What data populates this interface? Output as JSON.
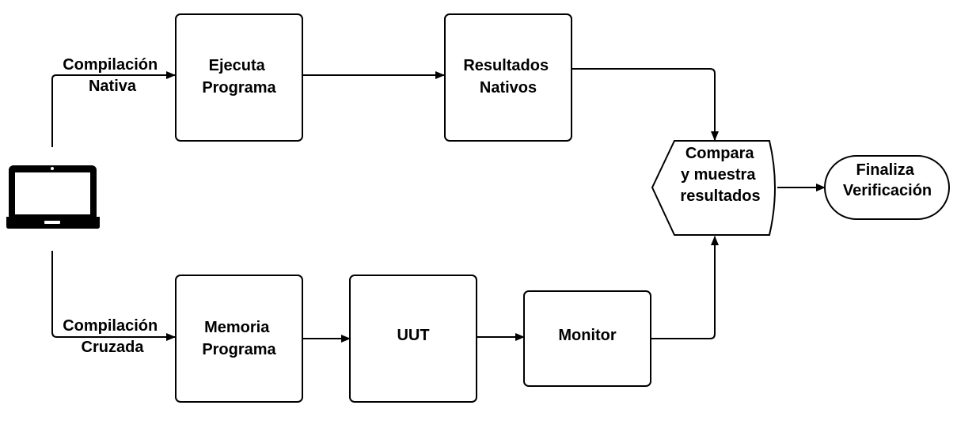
{
  "diagram": {
    "type": "flowchart",
    "source_icon": "laptop-icon",
    "edges": {
      "native": [
        "Compilación",
        "Nativa"
      ],
      "cross": [
        "Compilación",
        "Cruzada"
      ]
    },
    "nodes": {
      "ejecuta": [
        "Ejecuta",
        "Programa"
      ],
      "resultados": [
        "Resultados",
        "Nativos"
      ],
      "memoria": [
        "Memoria",
        "Programa"
      ],
      "uut": [
        "UUT"
      ],
      "monitor": [
        "Monitor"
      ],
      "compara": [
        "Compara",
        "y muestra",
        "resultados"
      ],
      "finaliza": [
        "Finaliza",
        "Verificación"
      ]
    },
    "colors": {
      "stroke": "#000000",
      "fill": "#ffffff",
      "text": "#000000"
    }
  }
}
